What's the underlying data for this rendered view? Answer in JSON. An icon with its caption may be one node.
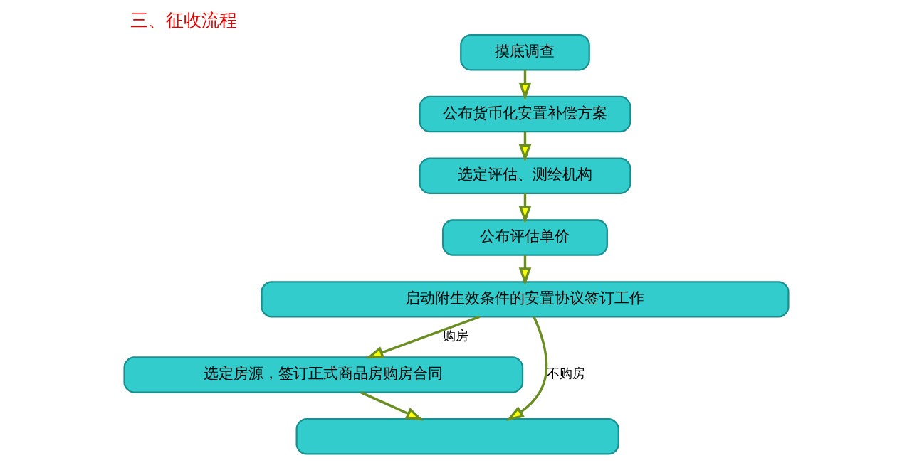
{
  "diagram": {
    "title": "三、征收流程",
    "nodes": [
      {
        "text": [
          "摸底调查"
        ]
      },
      {
        "text": [
          "公布货币化安置补偿方案"
        ]
      },
      {
        "text": [
          "选定评估、测绘机构"
        ]
      },
      {
        "text": [
          "公布评估单价"
        ]
      },
      {
        "text": [
          "启动附生效条件的安置协议签订工作"
        ]
      },
      {
        "text": [
          "选定房源，签订正式商品房购房合同"
        ]
      },
      {
        "text": [],
        "shape": "box"
      }
    ],
    "edges": [
      {
        "from": 0,
        "to": 1,
        "arrow": "to"
      },
      {
        "from": 1,
        "to": 2,
        "arrow": "to"
      },
      {
        "from": 2,
        "to": 3,
        "arrow": "to"
      },
      {
        "from": 3,
        "to": 4,
        "arrow": "to"
      },
      {
        "from": 4,
        "to": 5,
        "arrow": "to",
        "label": "购房"
      },
      {
        "from": 5,
        "to": 6,
        "arrow": "to"
      },
      {
        "from": 4,
        "to": 6,
        "arrow": "to",
        "label": "不购房"
      }
    ]
  }
}
